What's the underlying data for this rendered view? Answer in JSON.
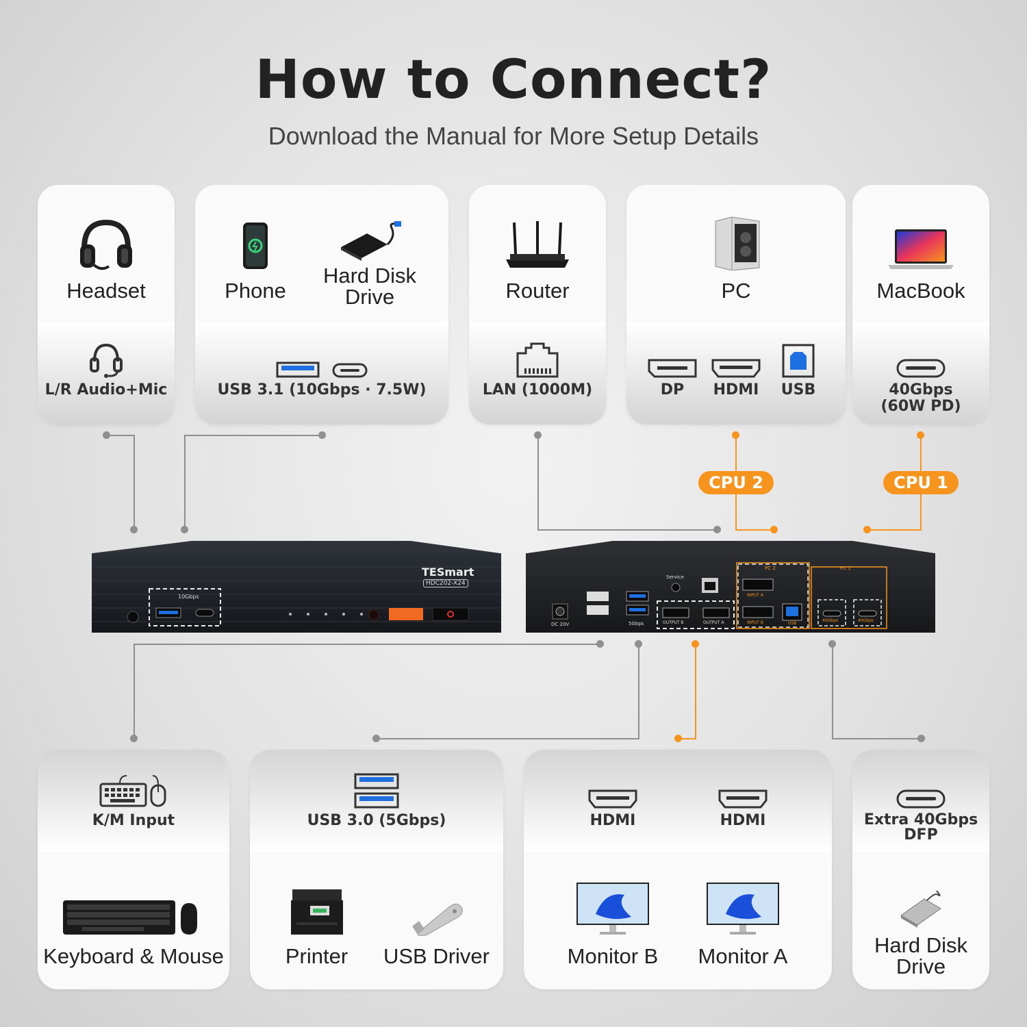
{
  "title": "How to Connect?",
  "subtitle": "Download the Manual for More Setup Details",
  "top_cards": [
    {
      "devices": [
        "Headset"
      ],
      "ports": [
        "L/R Audio+Mic"
      ]
    },
    {
      "devices": [
        "Phone",
        "Hard Disk\nDrive"
      ],
      "ports": [
        "USB 3.1 (10Gbps · 7.5W)"
      ]
    },
    {
      "devices": [
        "Router"
      ],
      "ports": [
        "LAN (1000M)"
      ]
    },
    {
      "devices": [
        "PC"
      ],
      "ports": [
        "DP",
        "HDMI",
        "USB"
      ]
    },
    {
      "devices": [
        "MacBook"
      ],
      "ports": [
        "40Gbps\n(60W PD)"
      ]
    }
  ],
  "cpu_badges": [
    "CPU 2",
    "CPU 1"
  ],
  "front_unit": {
    "brand": "TESmart",
    "model": "HDC202-X24",
    "usb_speed": "10Gbps"
  },
  "rear_unit": {
    "service": "Service",
    "dc": "DC 20V",
    "usb_speed": "5Gbps",
    "pc2": "PC 2",
    "pc1": "PC 1",
    "output_b": "OUTPUT B",
    "output_a": "OUTPUT A",
    "input_a": "INPUT A",
    "input_b": "INPUT B",
    "usb": "USB",
    "tb_speed_1": "40Gbps",
    "tb_speed_2": "40Gbps"
  },
  "bottom_cards": [
    {
      "ports": [
        "K/M Input"
      ],
      "devices": [
        "Keyboard & Mouse"
      ]
    },
    {
      "ports": [
        "USB 3.0 (5Gbps)"
      ],
      "devices": [
        "Printer",
        "USB Driver"
      ]
    },
    {
      "ports": [
        "HDMI",
        "HDMI"
      ],
      "devices": [
        "Monitor B",
        "Monitor A"
      ]
    },
    {
      "ports": [
        "Extra 40Gbps\nDFP"
      ],
      "devices": [
        "Hard Disk\nDrive"
      ]
    }
  ],
  "colors": {
    "accent": "#f7941d",
    "connector": "#8f8f8f",
    "usb_blue": "#1e6fe0"
  }
}
